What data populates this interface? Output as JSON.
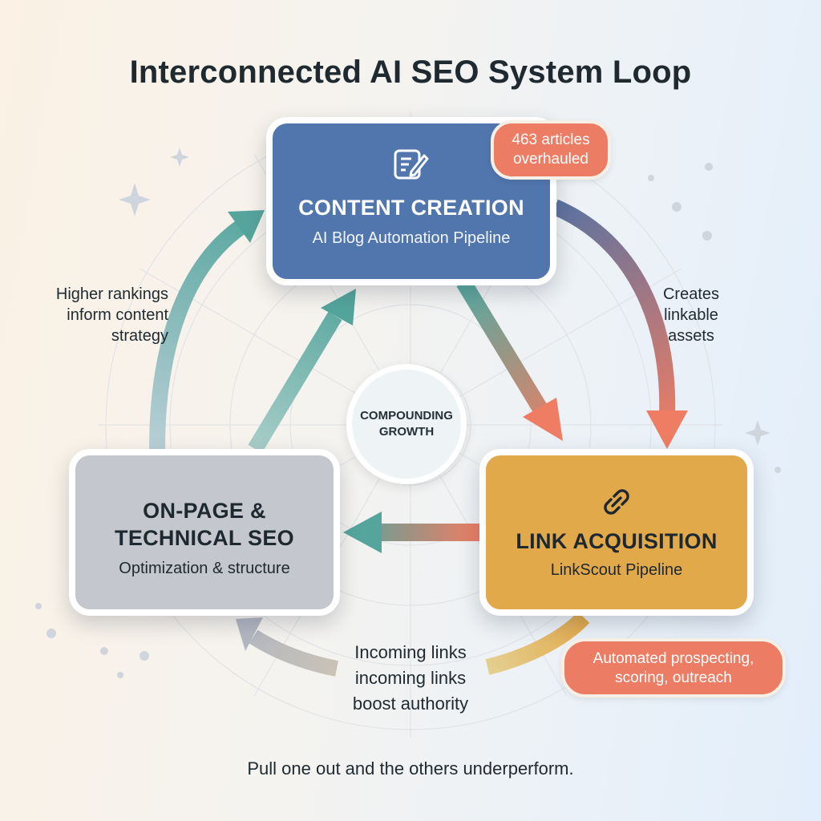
{
  "title": "Interconnected AI SEO System Loop",
  "nodes": {
    "content": {
      "icon": "edit-document-icon",
      "title": "CONTENT CREATION",
      "subtitle": "AI Blog Automation Pipeline"
    },
    "onpage": {
      "title_line1": "ON-PAGE &",
      "title_line2": "TECHNICAL SEO",
      "subtitle": "Optimization & structure"
    },
    "link": {
      "icon": "chain-link-icon",
      "title": "LINK ACQUISITION",
      "subtitle": "LinkScout Pipeline"
    }
  },
  "badges": {
    "articles": {
      "line1": "463 articles",
      "line2": "overhauled"
    },
    "outreach": {
      "line1": "Automated prospecting,",
      "line2": "scoring, outreach"
    }
  },
  "center": {
    "line1": "COMPOUNDING",
    "line2": "GROWTH"
  },
  "edge_labels": {
    "left": {
      "line1": "Higher rankings",
      "line2": "inform content",
      "line3": "strategy"
    },
    "right": {
      "line1": "Creates",
      "line2": "linkable",
      "line3": "assets"
    },
    "bottom": {
      "line1": "Incoming links",
      "line2": "incoming links",
      "line3": "boost authority"
    }
  },
  "footer": "Pull one out and the others underperform.",
  "colors": {
    "content_box": "#5176ae",
    "onpage_box": "#c4c7cd",
    "link_box": "#e2a94b",
    "badge": "#ec7c63",
    "arrow_teal": "#5aa9a1",
    "arrow_coral": "#ec7c63",
    "arrow_gray": "#b9bdc6",
    "arrow_gold": "#e2a94b"
  }
}
